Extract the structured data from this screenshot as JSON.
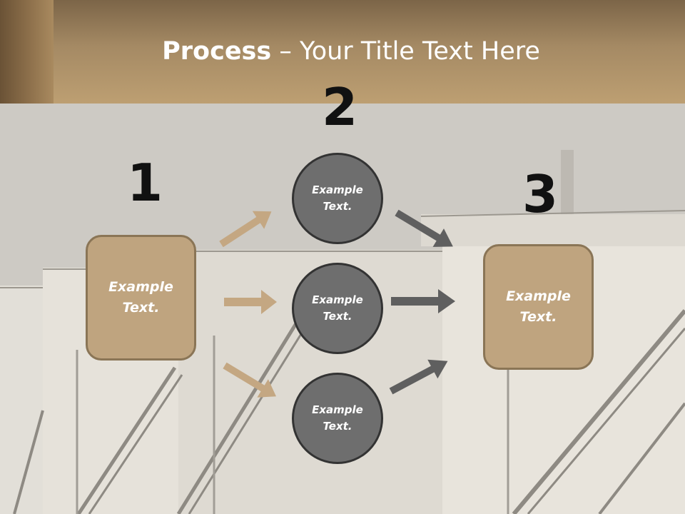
{
  "title": {
    "bold": "Process",
    "separator": " – ",
    "rest": "Your Title Text Here"
  },
  "step_numbers": [
    "1",
    "2",
    "3"
  ],
  "left_box": {
    "text": "Example\nText."
  },
  "right_box": {
    "text": "Example\nText."
  },
  "circles": [
    {
      "text": "Example\nText."
    },
    {
      "text": "Example\nText."
    },
    {
      "text": "Example\nText."
    }
  ],
  "colors": {
    "header": "#bd9f72",
    "box_fill": "#bfa47f",
    "box_border": "#8a7556",
    "circle_fill": "#6e6e6e",
    "circle_border": "#333333",
    "tan_arrow": "#c4a782",
    "gray_arrow": "#5f5f5f"
  }
}
